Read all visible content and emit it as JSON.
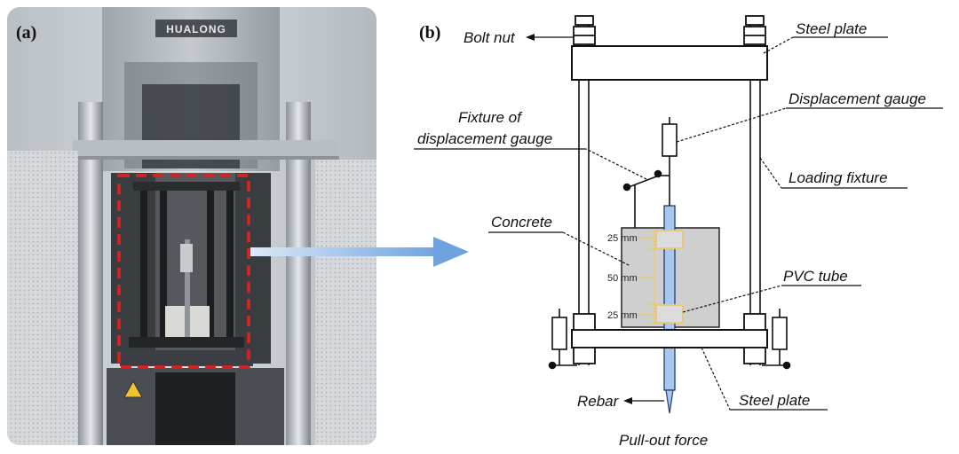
{
  "panel_a": {
    "tag": "(a)",
    "brand": "HUALONG"
  },
  "panel_b": {
    "tag": "(b)",
    "labels": {
      "bolt_nut": "Bolt nut",
      "steel_plate_top": "Steel plate",
      "displacement_gauge": "Displacement gauge",
      "fixture_line1": "Fixture of",
      "fixture_line2": "displacement gauge",
      "loading_fixture": "Loading fixture",
      "concrete": "Concrete",
      "pvc_tube": "PVC tube",
      "rebar": "Rebar",
      "steel_plate_bottom": "Steel plate",
      "pull_out_force": "Pull-out force"
    },
    "dimensions": {
      "top": "25 mm",
      "middle": "50 mm",
      "bottom": "25 mm"
    }
  },
  "colors": {
    "highlight_box": "#e02020",
    "arrow": "#7fb0e6",
    "rebar": "#a9c7ee",
    "concrete": "#cfcfcf"
  }
}
